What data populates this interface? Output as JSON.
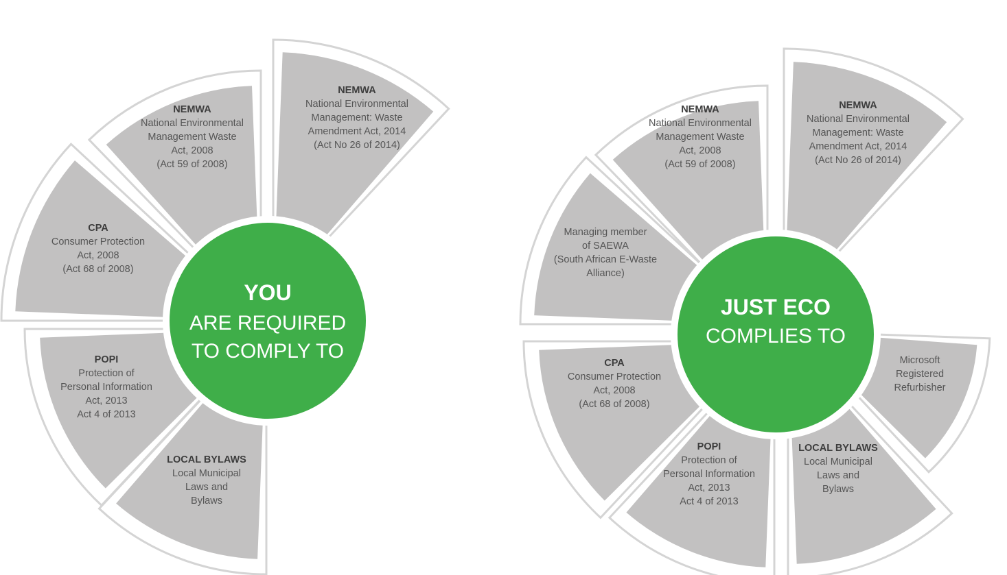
{
  "colors": {
    "segment_fill": "#c2c1c1",
    "segment_frame": "#ffffff",
    "frame_stroke": "#d4d4d4",
    "hub_fill": "#3fae49",
    "text_dark": "#3d3d3d",
    "text_body": "#555555"
  },
  "wheels": [
    {
      "hub": {
        "line1": "YOU",
        "line2": "ARE REQUIRED",
        "line3": "TO COMPLY TO"
      },
      "segments": [
        {
          "title": "NEMWA",
          "lines": [
            "National Environmental",
            "Management: Waste",
            "Amendment Act, 2014",
            "(Act No 26 of 2014)"
          ]
        },
        {
          "title": "NEMWA",
          "lines": [
            "National Environmental",
            "Management Waste",
            "Act, 2008",
            "(Act 59 of 2008)"
          ]
        },
        {
          "title": "CPA",
          "lines": [
            "Consumer Protection",
            "Act, 2008",
            "(Act 68 of 2008)"
          ]
        },
        {
          "title": "POPI",
          "lines": [
            "Protection of",
            "Personal Information",
            "Act, 2013",
            "Act 4 of 2013"
          ]
        },
        {
          "title": "LOCAL BYLAWS",
          "lines": [
            "Local Municipal",
            "Laws and",
            "Bylaws"
          ]
        }
      ]
    },
    {
      "hub": {
        "line1": "JUST ECO",
        "line2": "COMPLIES TO"
      },
      "segments": [
        {
          "title": "NEMWA",
          "lines": [
            "National Environmental",
            "Management: Waste",
            "Amendment Act, 2014",
            "(Act No 26 of 2014)"
          ]
        },
        {
          "title": "NEMWA",
          "lines": [
            "National Environmental",
            "Management Waste",
            "Act, 2008",
            "(Act 59 of 2008)"
          ]
        },
        {
          "title": "",
          "lines": [
            "Managing member",
            "of SAEWA",
            "(South African E-Waste",
            "Alliance)"
          ]
        },
        {
          "title": "CPA",
          "lines": [
            "Consumer Protection",
            "Act, 2008",
            "(Act 68 of 2008)"
          ]
        },
        {
          "title": "POPI",
          "lines": [
            "Protection of",
            "Personal Information",
            "Act, 2013",
            "Act 4 of 2013"
          ]
        },
        {
          "title": "LOCAL BYLAWS",
          "lines": [
            "Local Municipal",
            "Laws and",
            "Bylaws"
          ]
        },
        {
          "title": "",
          "lines": [
            "Microsoft",
            "Registered",
            "Refurbisher"
          ]
        }
      ]
    }
  ]
}
